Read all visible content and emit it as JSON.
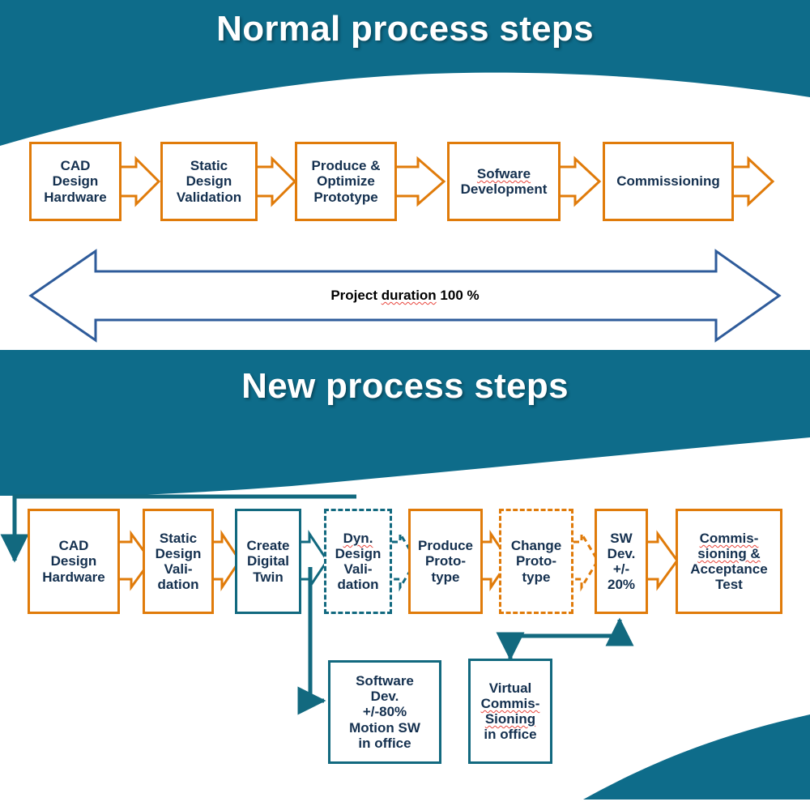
{
  "colors": {
    "banner_teal": "#0E6C8A",
    "box_orange": "#E07B0A",
    "box_teal": "#12697F",
    "text_navy": "#14304F",
    "arrow_navy": "#2E5B9A",
    "spellcheck_red": "#E8453C",
    "white": "#FFFFFF"
  },
  "banner_top": {
    "title": "Normal process steps"
  },
  "banner_mid": {
    "title": "New process steps"
  },
  "normal_process": {
    "steps": [
      {
        "id": "cad-design-hardware",
        "lines": [
          "CAD",
          "Design",
          "Hardware"
        ],
        "style": "orange"
      },
      {
        "id": "static-design-validation",
        "lines": [
          "Static",
          "Design",
          "Validation"
        ],
        "style": "orange"
      },
      {
        "id": "produce-optimize-prototype",
        "lines": [
          "Produce &",
          "Optimize",
          "Prototype"
        ],
        "style": "orange"
      },
      {
        "id": "sofware-development",
        "lines": [
          "Sofware",
          "Development"
        ],
        "style": "orange",
        "misspelled": [
          "Sofware"
        ]
      },
      {
        "id": "commissioning",
        "lines": [
          "Commissioning"
        ],
        "style": "orange"
      }
    ]
  },
  "duration_band": {
    "label": "Project duration 100 %",
    "misspelled": [
      "duration"
    ],
    "direction": "double"
  },
  "new_process": {
    "main_steps": [
      {
        "id": "cad-design-hardware",
        "lines": [
          "CAD",
          "Design",
          "Hardware"
        ],
        "style": "orange-solid"
      },
      {
        "id": "static-design-validation",
        "lines": [
          "Static",
          "Design",
          "Vali-",
          "dation"
        ],
        "style": "orange-solid"
      },
      {
        "id": "create-digital-twin",
        "lines": [
          "Create",
          "Digital",
          "Twin"
        ],
        "style": "teal-solid"
      },
      {
        "id": "dyn-design-validation",
        "lines": [
          "Dyn.",
          "Design",
          "Vali-",
          "dation"
        ],
        "style": "teal-dashed",
        "misspelled": [
          "Dyn."
        ]
      },
      {
        "id": "produce-prototype",
        "lines": [
          "Produce",
          "Proto-",
          "type"
        ],
        "style": "orange-solid"
      },
      {
        "id": "change-prototype",
        "lines": [
          "Change",
          "Proto-",
          "type"
        ],
        "style": "orange-dashed"
      },
      {
        "id": "sw-dev",
        "lines": [
          "SW",
          "Dev.",
          "+/-",
          "20%"
        ],
        "style": "orange-solid"
      },
      {
        "id": "commissioning-acceptance-test",
        "lines": [
          "Commis-",
          "sioning &",
          "Acceptance",
          "Test"
        ],
        "style": "orange-solid",
        "misspelled": [
          "Commis-",
          "sioning &"
        ]
      }
    ],
    "lower_steps": [
      {
        "id": "software-dev-motion",
        "lines": [
          "Software",
          "Dev.",
          "+/-80%",
          "Motion SW",
          "in office"
        ],
        "style": "teal-solid"
      },
      {
        "id": "virtual-commissioning-office",
        "lines": [
          "Virtual",
          "Commis-",
          "Sioning",
          "in office"
        ],
        "style": "teal-solid",
        "misspelled": [
          "Commis-",
          "Sioning"
        ]
      }
    ],
    "feedback_loops": [
      {
        "id": "dyn-validation-to-cad",
        "from": "dyn-design-validation",
        "to": "cad-design-hardware"
      },
      {
        "id": "digital-twin-to-software-dev",
        "from": "create-digital-twin",
        "to": "software-dev-motion"
      },
      {
        "id": "virtual-commissioning-to-sw-dev",
        "from": "virtual-commissioning-office",
        "to": "sw-dev"
      }
    ]
  }
}
